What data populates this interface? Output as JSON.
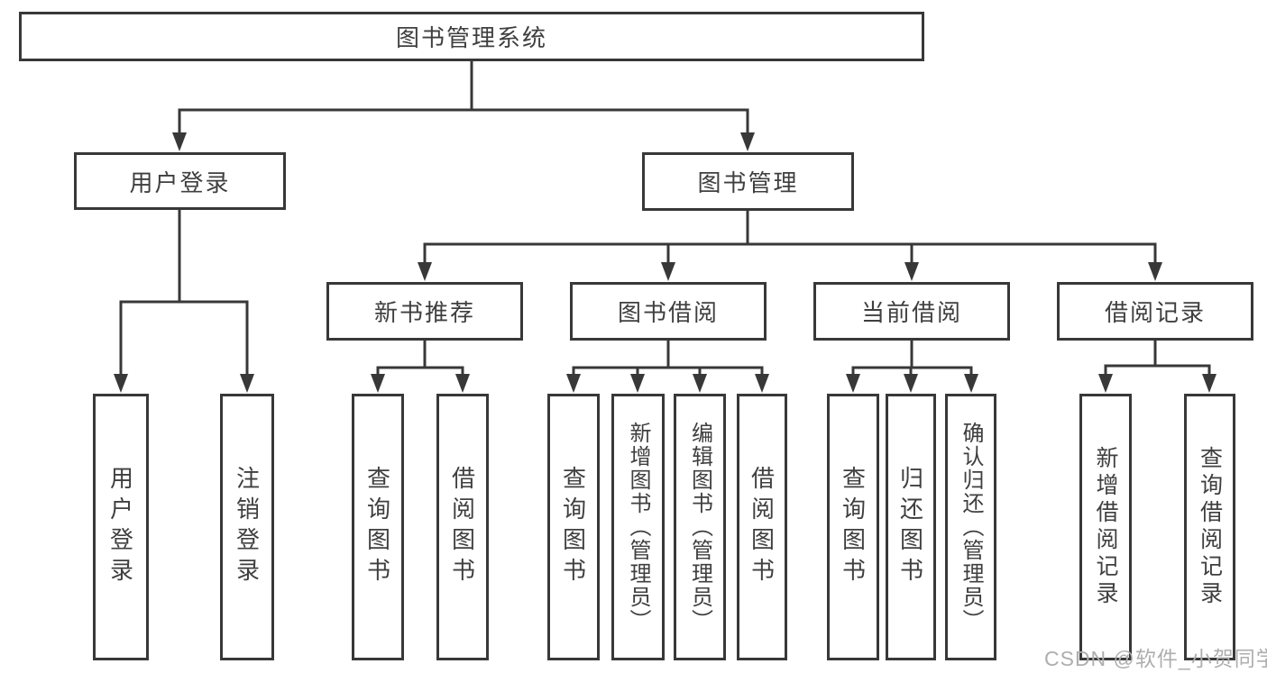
{
  "title": "图书管理系统",
  "tree": {
    "root": {
      "label": "图书管理系统",
      "children": [
        {
          "label": "用户登录",
          "children": [
            {
              "label": "用户登录"
            },
            {
              "label": "注销登录"
            }
          ]
        },
        {
          "label": "图书管理",
          "children": [
            {
              "label": "新书推荐",
              "children": [
                {
                  "label": "查询图书"
                },
                {
                  "label": "借阅图书"
                }
              ]
            },
            {
              "label": "图书借阅",
              "children": [
                {
                  "label": "查询图书"
                },
                {
                  "label": "新增图书（管理员）"
                },
                {
                  "label": "编辑图书（管理员）"
                },
                {
                  "label": "借阅图书"
                }
              ]
            },
            {
              "label": "当前借阅",
              "children": [
                {
                  "label": "查询图书"
                },
                {
                  "label": "归还图书"
                },
                {
                  "label": "确认归还（管理员）"
                }
              ]
            },
            {
              "label": "借阅记录",
              "children": [
                {
                  "label": "新增借阅记录"
                },
                {
                  "label": "查询借阅记录"
                }
              ]
            }
          ]
        }
      ]
    }
  },
  "watermark": {
    "text": "CSDN @软件_小贺同学"
  },
  "colors": {
    "line": "#383838",
    "box_border": "#383838",
    "box_fill": "#ffffff",
    "text": "#3f3f3f",
    "watermark_text": "#aeaeae",
    "background": "#ffffff"
  }
}
